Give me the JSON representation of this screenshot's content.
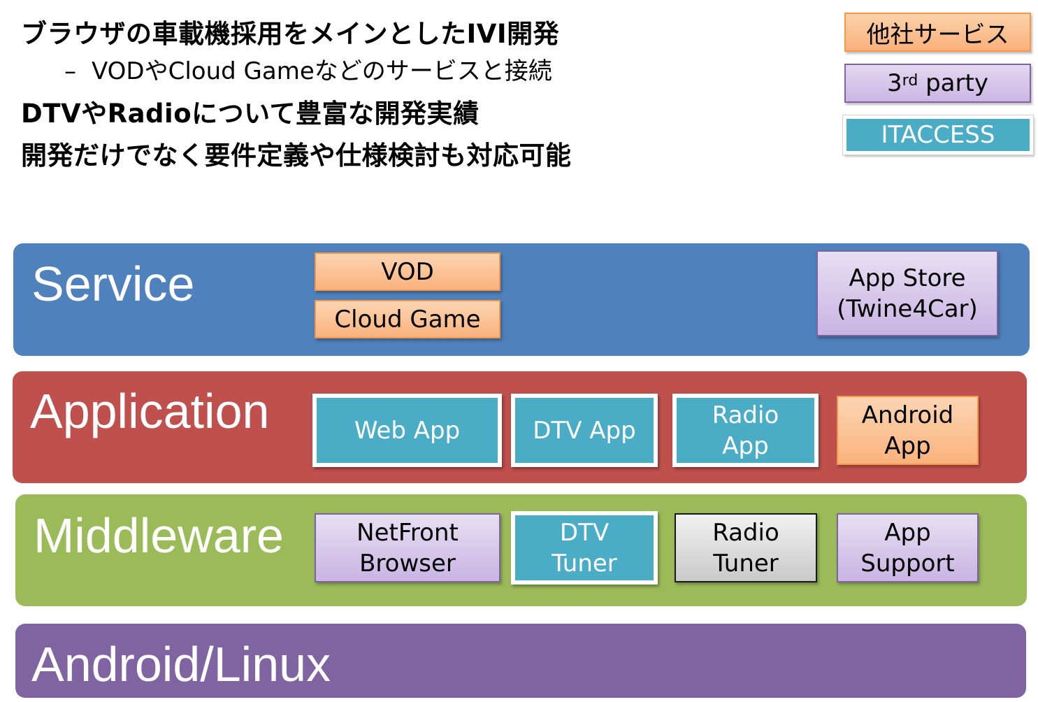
{
  "header": {
    "bullets": [
      "ブラウザの車載機採用をメインとしたIVI開発",
      "DTVやRadioについて豊富な開発実績",
      "開発だけでなく要件定義や仕様検討も対応可能"
    ],
    "sub_dash": "–",
    "sub_bullet": "VODやCloud Gameなどのサービスと接続"
  },
  "legend": {
    "other_service": "他社サービス",
    "third_party_num": "3",
    "third_party_sup": "rd",
    "third_party_rest": " party",
    "itaccess": "ITACCESS"
  },
  "layers": {
    "service": {
      "label": "Service",
      "boxes": {
        "vod": "VOD",
        "cloud_game": "Cloud Game",
        "app_store": "App Store\n(Twine4Car)"
      }
    },
    "application": {
      "label": "Application",
      "boxes": {
        "web_app": "Web App",
        "dtv_app": "DTV App",
        "radio_app": "Radio\nApp",
        "android_app": "Android\nApp"
      }
    },
    "middleware": {
      "label": "Middleware",
      "boxes": {
        "netfront": "NetFront\nBrowser",
        "dtv_tuner": "DTV\nTuner",
        "radio_tuner": "Radio\nTuner",
        "app_support": "App\nSupport"
      }
    },
    "os": {
      "label": "Android/Linux"
    }
  },
  "colors": {
    "service": "#4f81bd",
    "application": "#c0504d",
    "middleware": "#9bbb59",
    "os": "#8064a2",
    "orange": "#f79646",
    "purple": "#8064a2",
    "teal": "#4bacc6"
  }
}
